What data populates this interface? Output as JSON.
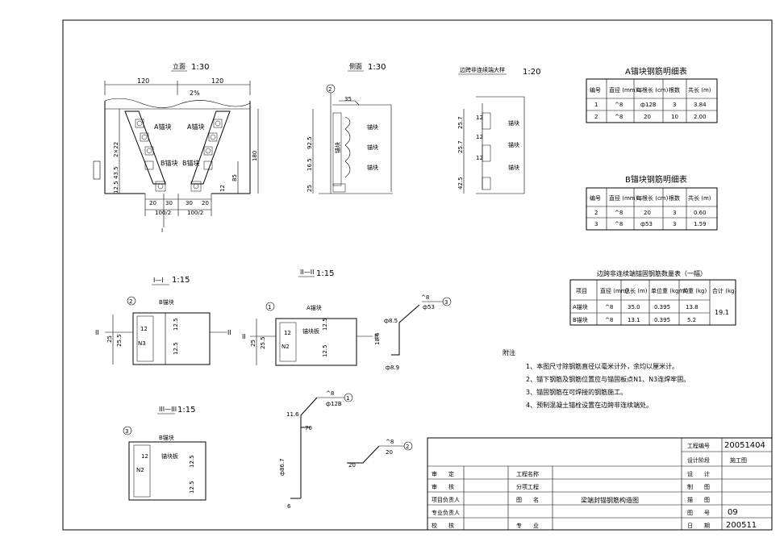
{
  "views": {
    "front_title": "立面",
    "front_scale": "1:30",
    "side_title": "侧面",
    "side_scale": "1:30",
    "detail_title": "边跨非连续端大样",
    "detail_scale": "1:20",
    "sec1_title": "I—I",
    "sec1_scale": "1:15",
    "sec2_title": "II—II",
    "sec2_scale": "1:15",
    "sec3_title": "III—III",
    "sec3_scale": "1:15"
  },
  "front": {
    "dim_left": "120",
    "dim_right": "120",
    "slope": "2%",
    "labelA1": "A锚块",
    "labelA2": "A锚块",
    "labelB1": "B锚块",
    "labelB2": "B锚块",
    "d1": "20",
    "d2": "30",
    "d3": "30",
    "d4": "20",
    "d5": "100/2",
    "d6": "100/2",
    "v1": "2×22",
    "v2": "43.5",
    "v3": "12.5",
    "v4": "180",
    "v5": "85",
    "v6": "12",
    "mark_I": "I"
  },
  "side": {
    "circle": "2",
    "dim35": "35",
    "v1": "92.5",
    "v2": "25",
    "v3": "16.5",
    "label_block": "锚块"
  },
  "detail": {
    "v1": "12",
    "v2": "25.7",
    "v3": "25.7",
    "v4": "12",
    "v5": "12",
    "v6": "42.5",
    "lbl1": "锚块",
    "lbl2": "锚块",
    "lbl3": "锚块"
  },
  "tableA": {
    "title": "A锚块钢筋明细表",
    "headers": [
      "编号",
      "直径 (mm)",
      "每根长 (cm)",
      "根数",
      "共长 (m)"
    ],
    "rows": [
      [
        "1",
        "^8",
        "ф12B",
        "3",
        "3.84"
      ],
      [
        "2",
        "^8",
        "20",
        "10",
        "2.00"
      ]
    ]
  },
  "tableB": {
    "title": "B锚块钢筋明细表",
    "headers": [
      "编号",
      "直径 (mm)",
      "每根长 (cm)",
      "根数",
      "共长 (m)"
    ],
    "rows": [
      [
        "2",
        "^8",
        "20",
        "3",
        "0.60"
      ],
      [
        "3",
        "^8",
        "ф53",
        "3",
        "1.59"
      ]
    ]
  },
  "tableQ": {
    "title": "边跨非连续端锚固钢筋数量表（一幅）",
    "headers": [
      "项目",
      "直径 (mm)",
      "总长 (m)",
      "单位重 (kg/m)",
      "共重 (kg)",
      "合计 (kg)"
    ],
    "rows": [
      [
        "A锚块",
        "^8",
        "35.0",
        "0.395",
        "13.8"
      ],
      [
        "B锚块",
        "^8",
        "13.1",
        "0.395",
        "5.2"
      ]
    ],
    "total": "19.1"
  },
  "notes": {
    "heading": "附注",
    "items": [
      "1、本图尺寸除钢筋直径以毫米计外，余均以厘米计。",
      "2、锚下钢筋及钢筋位置应与锚固板点N1、N3连焊牢固。",
      "3、锚固钢筋在可焊接的钢筋施工。",
      "4、预制混凝土锚栓设置在边跨非连续端处。"
    ]
  },
  "sec1": {
    "circle": "2",
    "label": "B锚块",
    "l1": "II",
    "l2": "II",
    "v1": "25",
    "v2": "25.5",
    "v3": "12.5",
    "v4": "12.5",
    "n1": "N3",
    "n2": "12"
  },
  "sec2": {
    "circle": "1",
    "label": "A锚块",
    "l1": "II",
    "l2": "II",
    "v1": "25",
    "v2": "25.5",
    "v3": "12.5",
    "v4": "12.5",
    "n1": "N2",
    "n2": "12",
    "sub": "锚块板"
  },
  "sec3": {
    "circle": "3",
    "label": "B锚块",
    "v1": "12.5",
    "v2": "12.5",
    "n1": "N2",
    "n2": "12",
    "sub": "锚块板"
  },
  "rebar": {
    "r3_circle": "3",
    "r3_dia": "^8",
    "r3_len": "ф53",
    "r3_a": "ф8.5",
    "r3_b": "18.6",
    "r3_c": "ф8.9",
    "r1_circle": "1",
    "r1_dia": "^8",
    "r1_len": "ф12B",
    "r1_a": "11.6",
    "r1_b": "ф86.7",
    "r1_c": "6",
    "r1_d": "70",
    "r2_circle": "2",
    "r2_dia": "^8",
    "r2_len": "20",
    "r2_a": "20"
  },
  "titleblock": {
    "proj_no_label": "工程编号",
    "proj_no": "20051404",
    "stage_label": "设计阶段",
    "stage": "施工图",
    "r1a": "审　　定",
    "r2a": "审　　核",
    "r3a": "项目负责人",
    "r4a": "专业负责人",
    "r5a": "校　　核",
    "c1": "工程名称",
    "c2": "分项工程",
    "c3": "图　　名",
    "c4": "专　　业",
    "drawing_name": "梁端封锚钢筋构造图",
    "s1": "设　　计",
    "s2": "制　　图",
    "s3": "描　　图",
    "s4": "图　　号",
    "s5": "日　　期",
    "sheet_no": "09",
    "date": "200511"
  }
}
